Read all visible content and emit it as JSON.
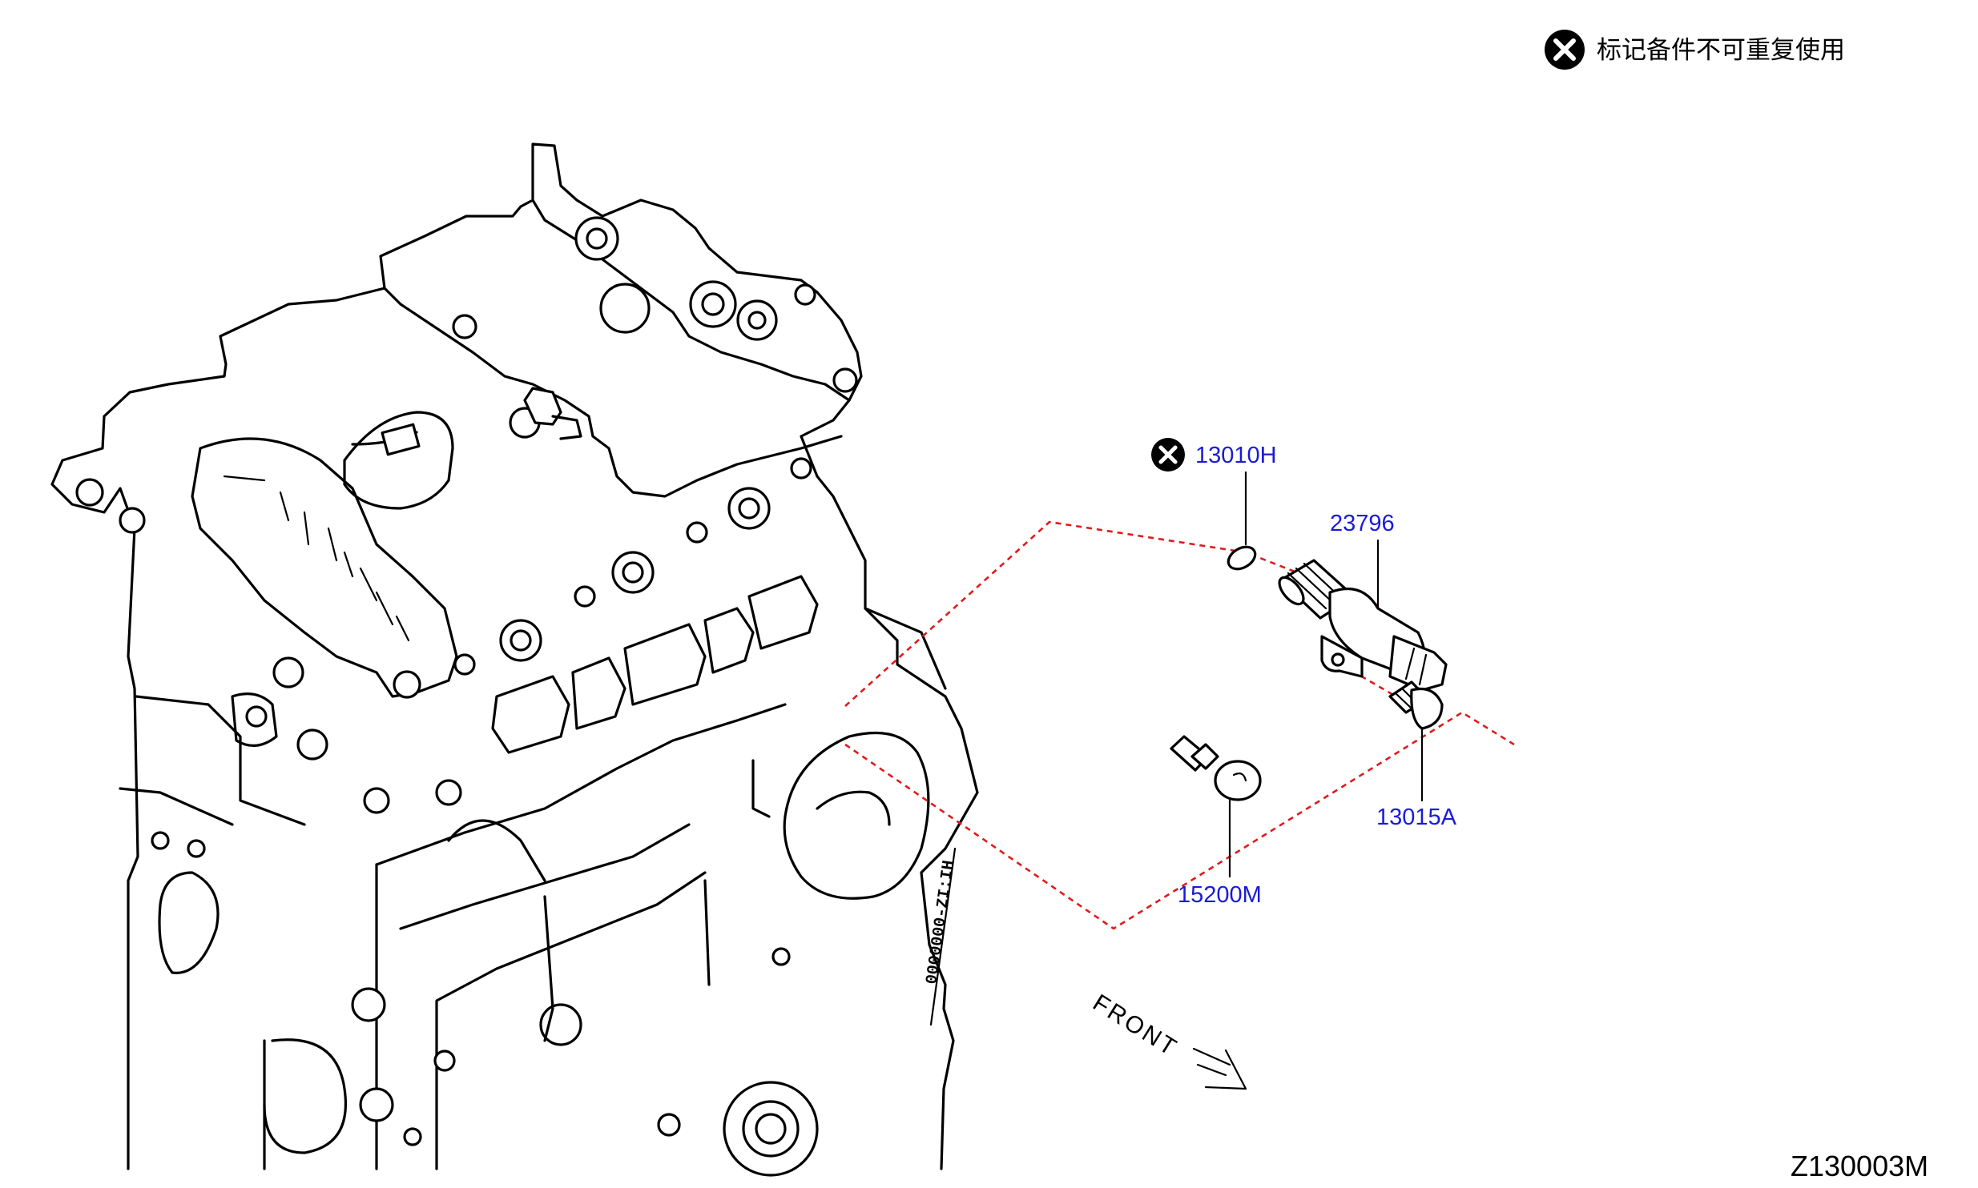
{
  "legend": {
    "text": "标记备件不可重复使用",
    "icon": "x-in-circle-icon"
  },
  "diagram_code": "Z130003M",
  "direction_label": "FRONT",
  "colors": {
    "part_label": "#1a1adb",
    "dashed_line": "#e01b1b",
    "line_art": "#000000"
  },
  "parts": [
    {
      "id": "13010H",
      "label": "13010H",
      "not_reusable": true
    },
    {
      "id": "23796",
      "label": "23796",
      "not_reusable": false
    },
    {
      "id": "13015A",
      "label": "13015A",
      "not_reusable": false
    },
    {
      "id": "15200M",
      "label": "15200M",
      "not_reusable": false
    }
  ]
}
